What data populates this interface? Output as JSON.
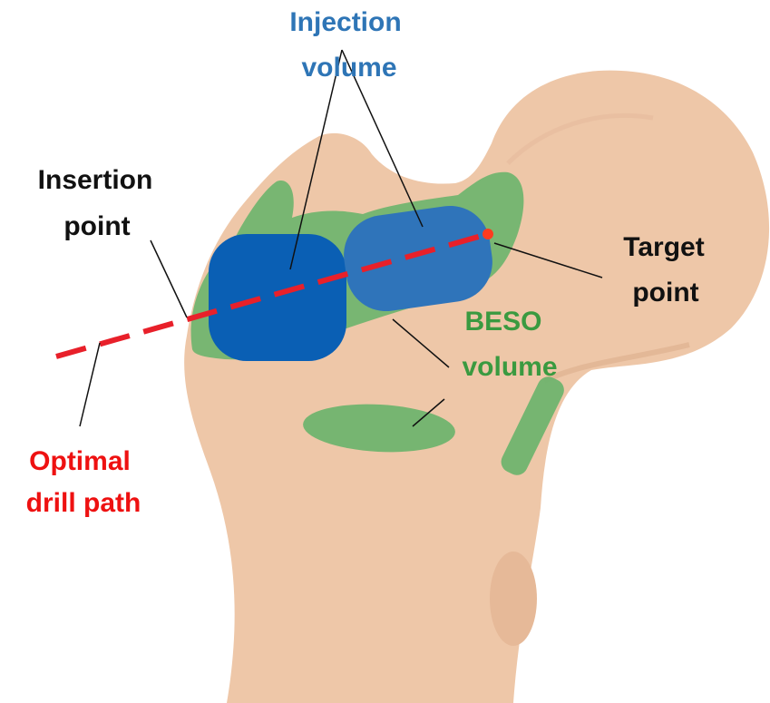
{
  "labels": {
    "injection_line1": "Injection",
    "injection_line2": "volume",
    "insertion_line1": "Insertion",
    "insertion_line2": "point",
    "target_line1": "Target",
    "target_line2": "point",
    "beso_line1": "BESO",
    "beso_line2": "volume",
    "drill_line1": "Optimal",
    "drill_line2": "drill path"
  },
  "colors": {
    "bone": "#eec7a8",
    "bone_shadow": "#dcae8c",
    "beso": "#6ab46c",
    "injection_dark": "#0a5fb4",
    "injection_light": "#2f74ba",
    "drill": "#e8202a",
    "injection_text": "#2e75b6",
    "beso_text": "#3a9a40",
    "drill_text": "#ee1111",
    "black_text": "#111111"
  }
}
